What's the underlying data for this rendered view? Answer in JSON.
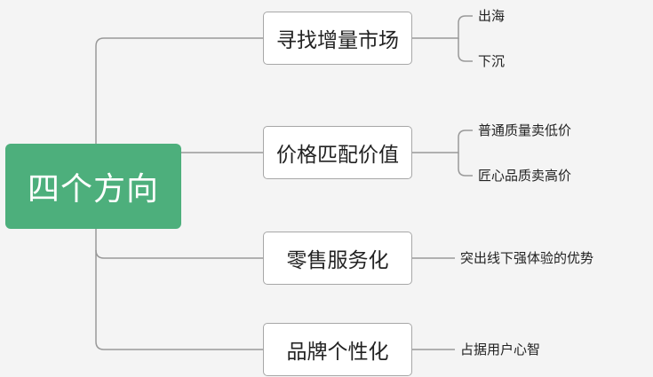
{
  "root": {
    "label": "四个方向"
  },
  "branches": [
    {
      "label": "寻找增量市场",
      "children": [
        "出海",
        "下沉"
      ]
    },
    {
      "label": "价格匹配价值",
      "children": [
        "普通质量卖低价",
        "匠心品质卖高价"
      ]
    },
    {
      "label": "零售服务化",
      "children": [
        "突出线下强体验的优势"
      ]
    },
    {
      "label": "品牌个性化",
      "children": [
        "占据用户心智"
      ]
    }
  ],
  "colors": {
    "root_fill": "#4daf7c",
    "connector": "#999999",
    "node_border": "#a7a7a7",
    "background": "#f4f4f4"
  }
}
